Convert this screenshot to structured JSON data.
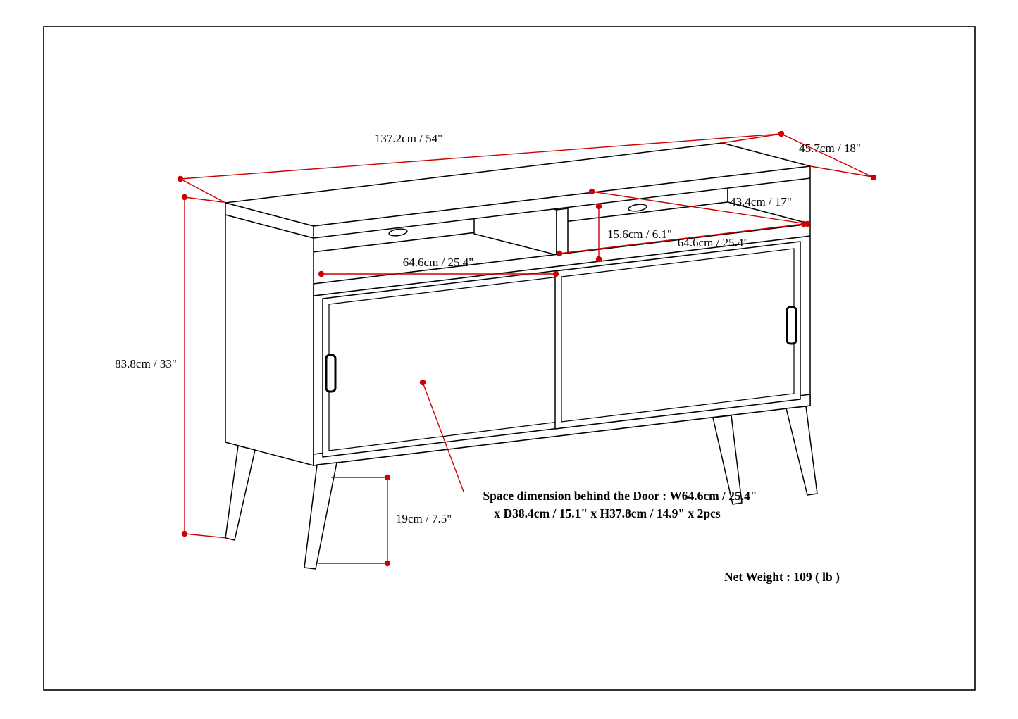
{
  "diagram": {
    "kind": "furniture-dimension-drawing"
  },
  "dimensions": {
    "overall_width": "137.2cm / 54\"",
    "overall_depth": "45.7cm / 18\"",
    "interior_depth": "43.4cm / 17\"",
    "shelf_opening_height": "15.6cm / 6.1\"",
    "right_shelf_width": "64.6cm / 25.4\"",
    "left_shelf_width": "64.6cm / 25.4\"",
    "overall_height": "83.8cm / 33\"",
    "leg_height": "19cm / 7.5\""
  },
  "notes": {
    "door_space_line1": "Space dimension behind the Door  : W64.6cm / 25.4\"",
    "door_space_line2": "x D38.4cm / 15.1\" x H37.8cm / 14.9\" x 2pcs",
    "net_weight": "Net Weight : 109 ( lb )"
  },
  "colors": {
    "dimension_line": "#cc0000",
    "outline": "#000000",
    "background": "#ffffff"
  }
}
